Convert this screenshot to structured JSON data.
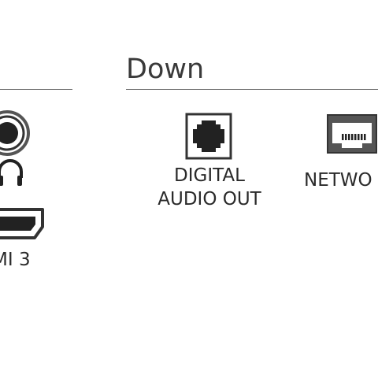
{
  "sections": {
    "down": {
      "heading": "Down"
    }
  },
  "ports": {
    "hdmi": {
      "label": "MI 3",
      "icon": "hdmi-port-icon"
    },
    "audio_jack": {
      "icon": "audio-jack-icon"
    },
    "headphone": {
      "icon": "headphone-icon"
    },
    "digital_audio_out": {
      "label_line1": "DIGITAL",
      "label_line2": "AUDIO OUT",
      "icon": "optical-port-icon"
    },
    "network": {
      "label": "NETWO",
      "icon": "ethernet-port-icon"
    }
  },
  "colors": {
    "icon_dark": "#222222",
    "icon_mid": "#555555",
    "rule": "#666666"
  }
}
